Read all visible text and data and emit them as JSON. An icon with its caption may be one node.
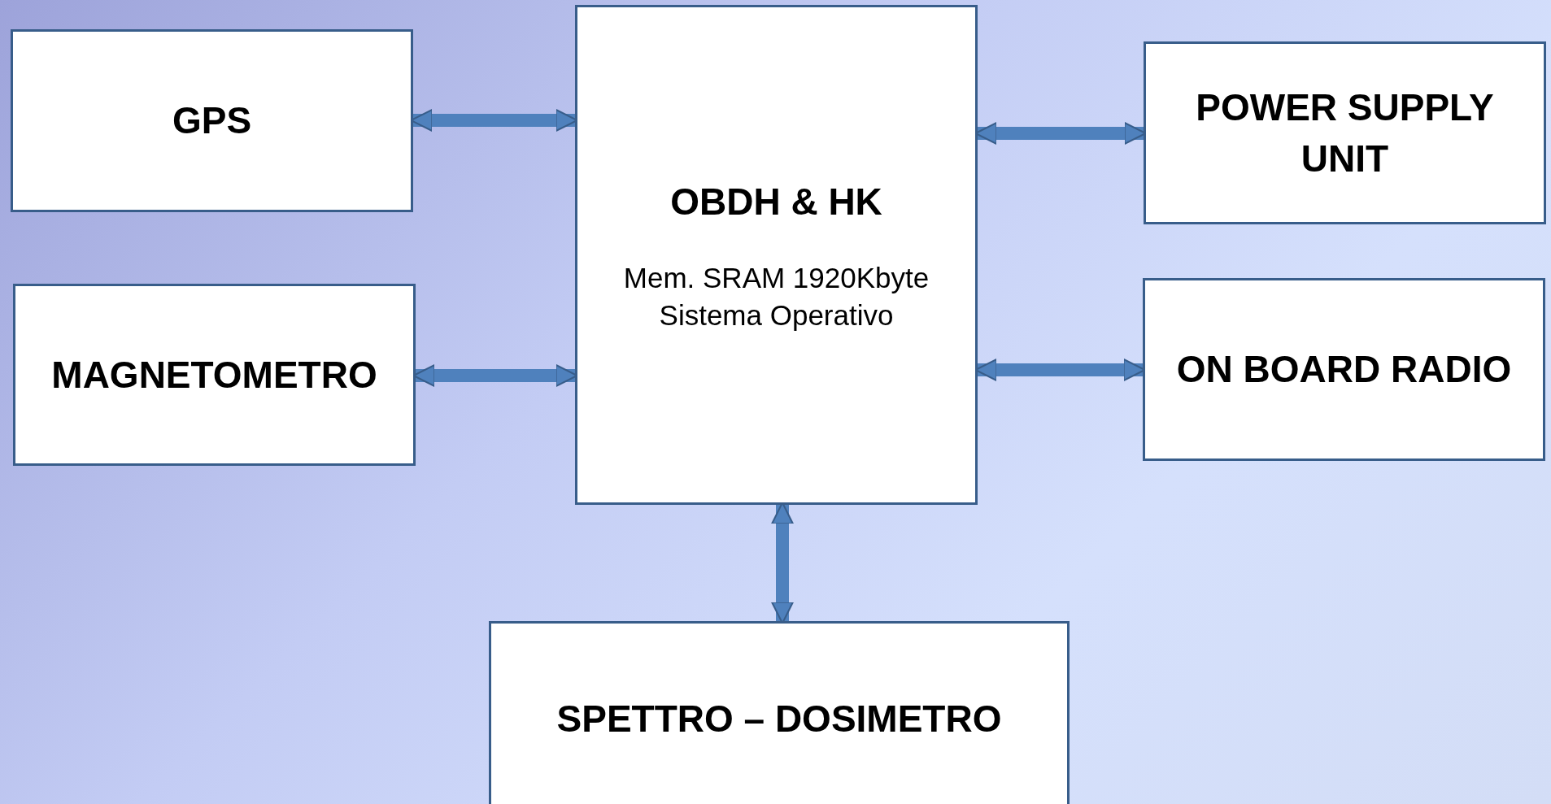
{
  "diagram": {
    "nodes": [
      {
        "text": [
          "GPS"
        ]
      },
      {
        "text": [
          "OBDH & HK",
          "Mem. SRAM 1920Kbyte",
          "Sistema Operativo"
        ]
      },
      {
        "text": [
          "POWER SUPPLY UNIT"
        ]
      },
      {
        "text": [
          "MAGNETOMETRO"
        ]
      },
      {
        "text": [
          "ON BOARD RADIO"
        ]
      },
      {
        "text": [
          "SPETTRO – DOSIMETRO"
        ]
      }
    ],
    "edges": [
      {
        "from": 0,
        "to": 1,
        "arrow": "both"
      },
      {
        "from": 1,
        "to": 2,
        "arrow": "both"
      },
      {
        "from": 3,
        "to": 1,
        "arrow": "both"
      },
      {
        "from": 1,
        "to": 4,
        "arrow": "both"
      },
      {
        "from": 1,
        "to": 5,
        "arrow": "both"
      }
    ]
  }
}
